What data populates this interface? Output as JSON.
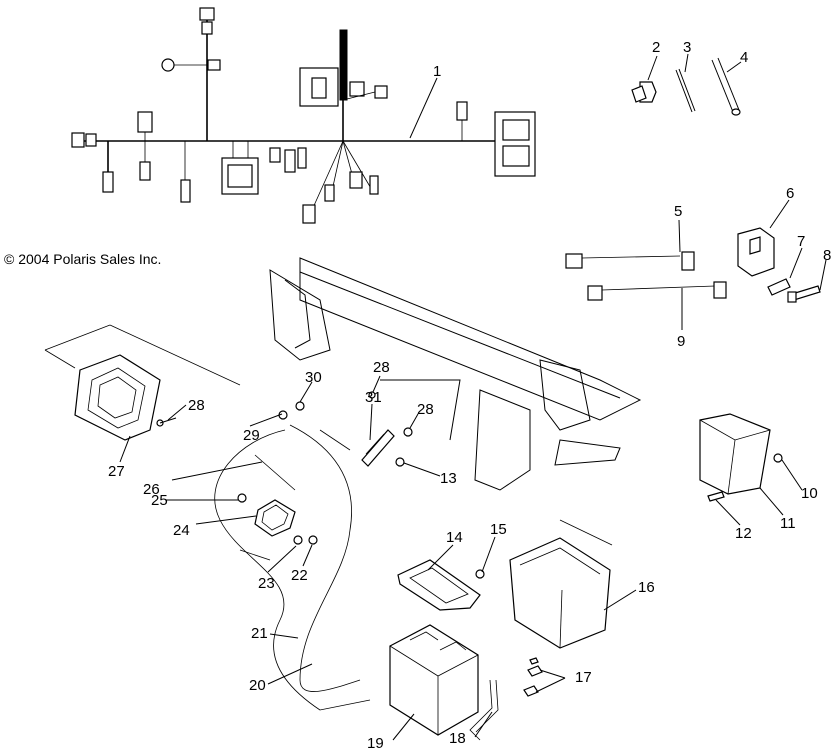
{
  "copyright": "© 2004 Polaris Sales Inc.",
  "callouts": [
    {
      "id": "c1",
      "text": "1"
    },
    {
      "id": "c2",
      "text": "2"
    },
    {
      "id": "c3",
      "text": "3"
    },
    {
      "id": "c4",
      "text": "4"
    },
    {
      "id": "c5",
      "text": "5"
    },
    {
      "id": "c6",
      "text": "6"
    },
    {
      "id": "c7",
      "text": "7"
    },
    {
      "id": "c8",
      "text": "8"
    },
    {
      "id": "c9",
      "text": "9"
    },
    {
      "id": "c10",
      "text": "10"
    },
    {
      "id": "c11",
      "text": "11"
    },
    {
      "id": "c12",
      "text": "12"
    },
    {
      "id": "c13",
      "text": "13"
    },
    {
      "id": "c14",
      "text": "14"
    },
    {
      "id": "c15",
      "text": "15"
    },
    {
      "id": "c16",
      "text": "16"
    },
    {
      "id": "c17",
      "text": "17"
    },
    {
      "id": "c18",
      "text": "18"
    },
    {
      "id": "c19",
      "text": "19"
    },
    {
      "id": "c20",
      "text": "20"
    },
    {
      "id": "c21",
      "text": "21"
    },
    {
      "id": "c22",
      "text": "22"
    },
    {
      "id": "c23",
      "text": "23"
    },
    {
      "id": "c24",
      "text": "24"
    },
    {
      "id": "c25",
      "text": "25"
    },
    {
      "id": "c26",
      "text": "26"
    },
    {
      "id": "c27",
      "text": "27"
    },
    {
      "id": "c28a",
      "text": "28"
    },
    {
      "id": "c28b",
      "text": "28"
    },
    {
      "id": "c28c",
      "text": "28"
    },
    {
      "id": "c29",
      "text": "29"
    },
    {
      "id": "c30",
      "text": "30"
    },
    {
      "id": "c31",
      "text": "31"
    }
  ]
}
